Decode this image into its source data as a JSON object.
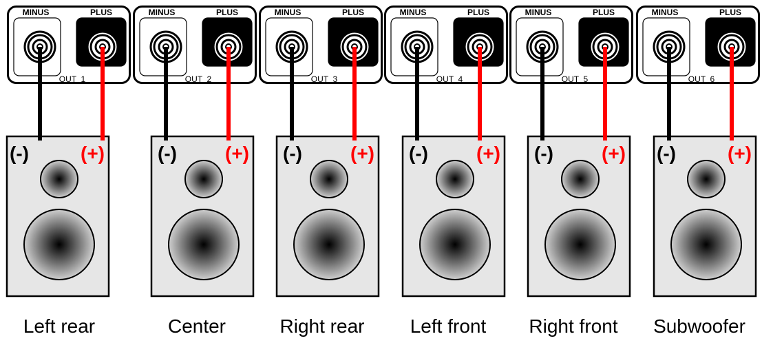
{
  "colors": {
    "minus_wire": "#000000",
    "plus_wire": "#ff0000",
    "speaker_cabinet": "#e6e6e6",
    "plus_label": "#ff0000",
    "minus_label": "#000000"
  },
  "terminal_labels": {
    "minus": "MINUS",
    "plus": "PLUS"
  },
  "polarity_labels": {
    "minus": "(-)",
    "plus": "(+)"
  },
  "channels": [
    {
      "output": "OUT  1",
      "speaker": "Left rear"
    },
    {
      "output": "OUT  2",
      "speaker": "Center"
    },
    {
      "output": "OUT  3",
      "speaker": "Right rear"
    },
    {
      "output": "OUT  4",
      "speaker": "Left front"
    },
    {
      "output": "OUT  5",
      "speaker": "Right front"
    },
    {
      "output": "OUT  6",
      "speaker": "Subwoofer"
    }
  ]
}
